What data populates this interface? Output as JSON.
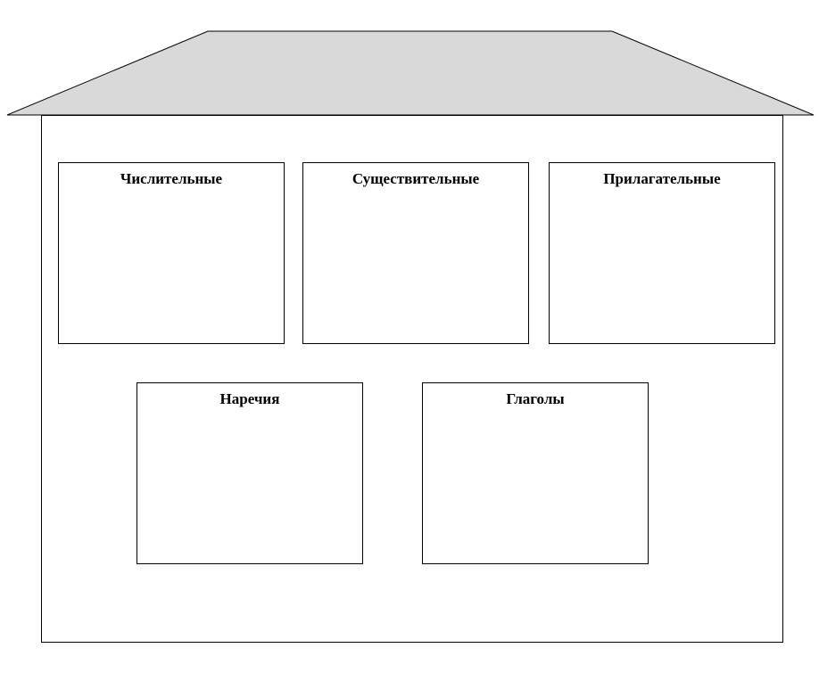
{
  "colors": {
    "roof_fill": "#d9d9d9",
    "stroke": "#000000",
    "background": "#ffffff"
  },
  "rooms": [
    {
      "label": "Числительные"
    },
    {
      "label": "Существительные"
    },
    {
      "label": "Прилагательные"
    },
    {
      "label": "Наречия"
    },
    {
      "label": "Глаголы"
    }
  ]
}
